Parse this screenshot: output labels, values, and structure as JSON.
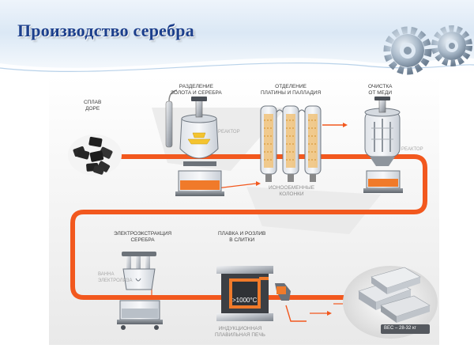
{
  "slide": {
    "title": "Производство серебра"
  },
  "diagram": {
    "labels": {
      "dore_alloy": [
        "СПЛАВ",
        "ДОРЕ"
      ],
      "gold_silver_separation": [
        "РАЗДЕЛЕНИЕ",
        "ЗОЛОТА И СЕРЕБРА"
      ],
      "platinum_palladium_separation": [
        "ОТДЕЛЕНИЕ",
        "ПЛАТИНЫ И ПАЛЛАДИЯ"
      ],
      "copper_purification": [
        "ОЧИСТКА",
        "ОТ МЕДИ"
      ],
      "reactor_1": "РЕАКТОР",
      "reactor_2": "РЕАКТОР",
      "ion_exchange_columns": [
        "ИОНООБМЕННЫЕ",
        "КОЛОНКИ"
      ],
      "silver_electroextraction": [
        "ЭЛЕКТРОЭКСТРАКЦИЯ",
        "СЕРЕБРА"
      ],
      "electrolysis_bath": [
        "ВАННА",
        "ЭЛЕКТРОЛИЗА"
      ],
      "melting_casting": [
        "ПЛАВКА И РОЗЛИВ",
        "В СЛИТКИ"
      ],
      "furnace_temperature": ">1000°C",
      "induction_furnace": [
        "ИНДУКЦИОННАЯ",
        "ПЛАВИЛЬНАЯ ПЕЧЬ"
      ],
      "ingot_weight": "ВЕС – 28-32 кг"
    }
  },
  "colors": {
    "pipeline": "#f2581e",
    "title": "#1c3f8c",
    "liquid": "#f07a2a",
    "dore": "#2a2a2a",
    "gold": "#f4c430",
    "silver": "#c9ccd1"
  }
}
